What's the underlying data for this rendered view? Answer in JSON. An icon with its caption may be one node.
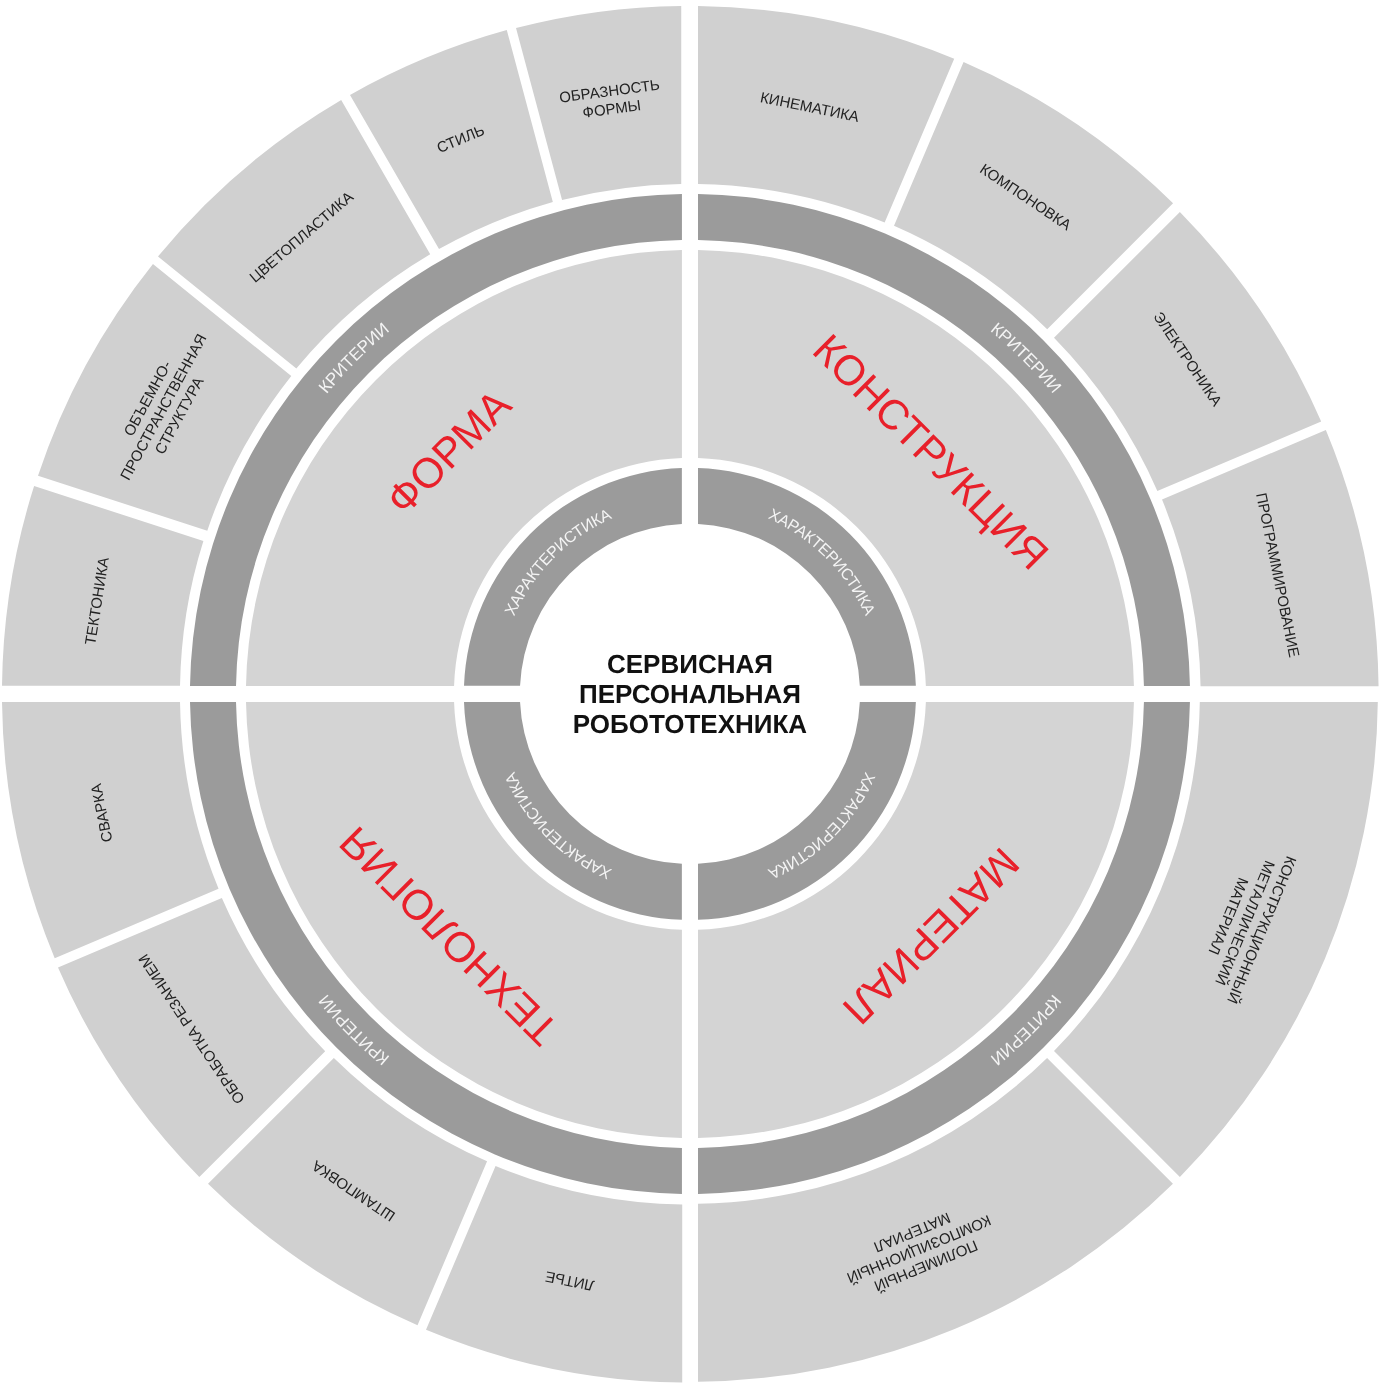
{
  "diagram": {
    "nodes": [
      {
        "text": [
          "СЕРВИСНАЯ ПЕРСОНАЛЬНАЯ РОБОТОТЕХНИКА"
        ]
      },
      {
        "text": [
          "ХАРАКТЕРИСТИКА"
        ]
      },
      {
        "text": [
          "ФОРМА"
        ]
      },
      {
        "text": [
          "КРИТЕРИИ"
        ]
      },
      {
        "text": [
          "ТЕКТОНИКА"
        ]
      },
      {
        "text": [
          "ОБЪЕМНО-ПРОСТРАНСТВЕННАЯ СТРУКТУРА"
        ]
      },
      {
        "text": [
          "ЦВЕТОПЛАСТИКА"
        ]
      },
      {
        "text": [
          "СТИЛЬ"
        ]
      },
      {
        "text": [
          "ОБРАЗНОСТЬ ФОРМЫ"
        ]
      },
      {
        "text": [
          "ХАРАКТЕРИСТИКА"
        ]
      },
      {
        "text": [
          "КОНСТРУКЦИЯ"
        ]
      },
      {
        "text": [
          "КРИТЕРИИ"
        ]
      },
      {
        "text": [
          "КИНЕМАТИКА"
        ]
      },
      {
        "text": [
          "КОМПОНОВКА"
        ]
      },
      {
        "text": [
          "ЭЛЕКТРОНИКА"
        ]
      },
      {
        "text": [
          "ПРОГРАММИРОВАНИЕ"
        ]
      },
      {
        "text": [
          "ХАРАКТЕРИСТИКА"
        ]
      },
      {
        "text": [
          "ТЕХНОЛОГИЯ"
        ]
      },
      {
        "text": [
          "КРИТЕРИИ"
        ]
      },
      {
        "text": [
          "СВАРКА"
        ]
      },
      {
        "text": [
          "ОБРАБОТКА РЕЗАНИЕМ"
        ]
      },
      {
        "text": [
          "ШТАМПОВКА"
        ]
      },
      {
        "text": [
          "ЛИТЬЕ"
        ]
      },
      {
        "text": [
          "ХАРАКТЕРИСТИКА"
        ]
      },
      {
        "text": [
          "МАТЕРИАЛ"
        ]
      },
      {
        "text": [
          "КРИТЕРИИ"
        ]
      },
      {
        "text": [
          "КОНСТРУКЦИОННЫЙ МЕТАЛЛИЧЕСКИЙ МАТЕРИАЛ"
        ]
      },
      {
        "text": [
          "ПОЛИМЕРНЫЙ КОМПОЗИЦИОННЫЙ МАТЕРИАЛ"
        ]
      }
    ]
  }
}
